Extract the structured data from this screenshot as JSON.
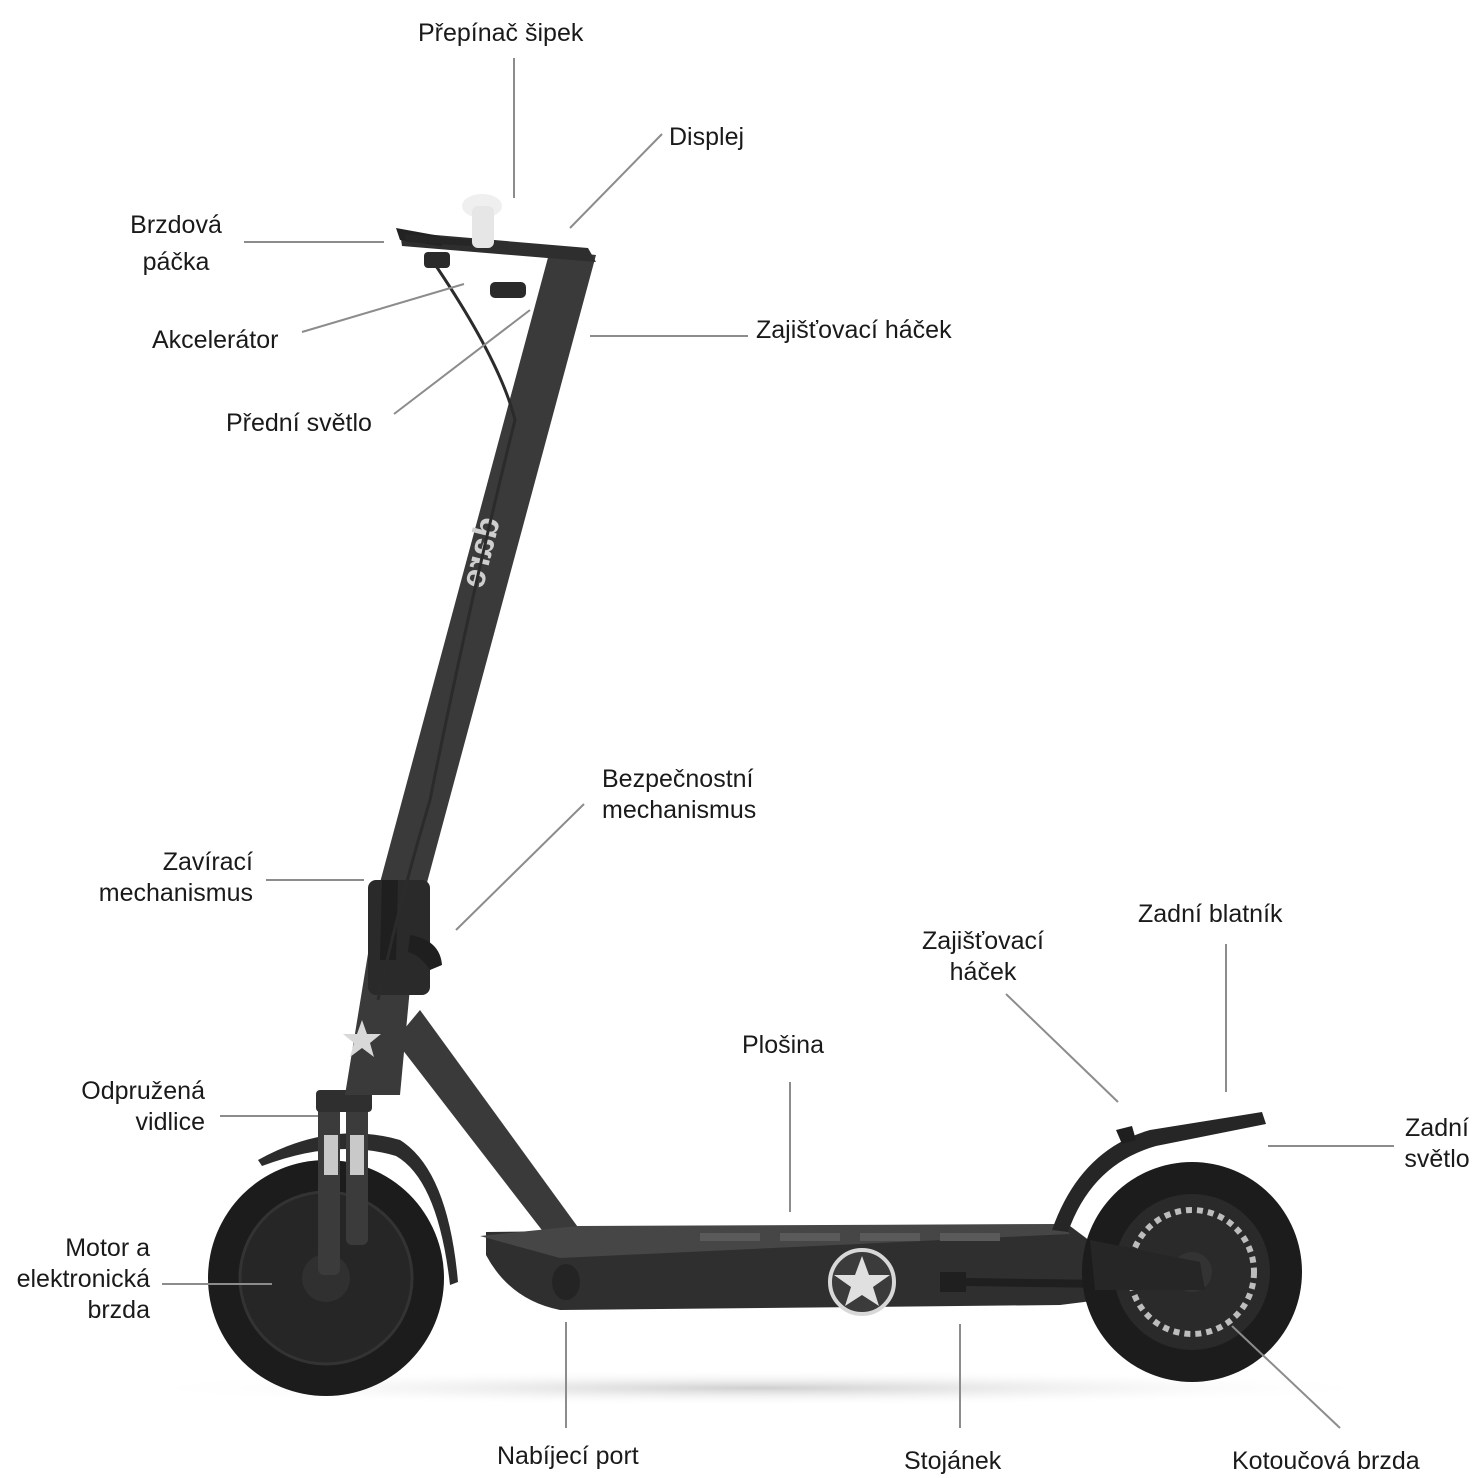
{
  "labels": {
    "prepinac_sipek": "Přepínač šipek",
    "displej": "Displej",
    "brzdova_packa": [
      "Brzdová",
      "páčka"
    ],
    "akcelerator": "Akcelerátor",
    "zajistovaci_hacek_top": "Zajišťovací háček",
    "predni_svetlo": "Přední světlo",
    "bezpecnostni_mechanismus": [
      "Bezpečnostní",
      "mechanismus"
    ],
    "zaviraci_mechanismus": [
      "Zavírací",
      "mechanismus"
    ],
    "zadni_blatnik": "Zadní blatník",
    "zajistovaci_hacek_rear": [
      "Zajišťovací",
      "háček"
    ],
    "plosina": "Plošina",
    "odpruzena_vidlice": [
      "Odpružená",
      "vidlice"
    ],
    "zadni_svetlo": [
      "Zadní",
      "světlo"
    ],
    "motor_brzda": [
      "Motor a",
      "elektronická",
      "brzda"
    ],
    "nabijeci_port": "Nabíjecí port",
    "stojanek": "Stojánek",
    "kotoucova_brzda": "Kotoučová brzda"
  },
  "colors": {
    "frame": "#3a3a3a",
    "tire": "#1c1c1c",
    "leader": "#8c8c8c",
    "text": "#1a1a1a"
  }
}
